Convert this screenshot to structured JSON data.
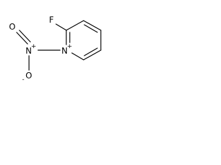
{
  "structure": {
    "atoms": {
      "fluorine": "F",
      "ring_nitrogen": "N",
      "ring_nitrogen_charge": "+",
      "nitro_nitrogen": "N",
      "nitro_nitrogen_charge": "+",
      "oxygen_double": "O",
      "oxygen_single": "O",
      "oxygen_single_charge": "-"
    }
  }
}
